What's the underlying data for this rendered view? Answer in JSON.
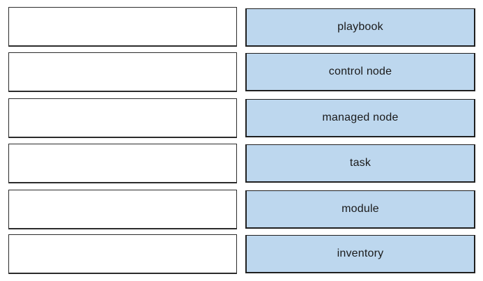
{
  "rows": [
    {
      "target": "",
      "item": "playbook"
    },
    {
      "target": "",
      "item": "control node"
    },
    {
      "target": "",
      "item": "managed node"
    },
    {
      "target": "",
      "item": "task"
    },
    {
      "target": "",
      "item": "module"
    },
    {
      "target": "",
      "item": "inventory"
    }
  ],
  "colors": {
    "item_fill": "#bdd7ee",
    "border": "#2b2b2b",
    "background": "#ffffff"
  }
}
